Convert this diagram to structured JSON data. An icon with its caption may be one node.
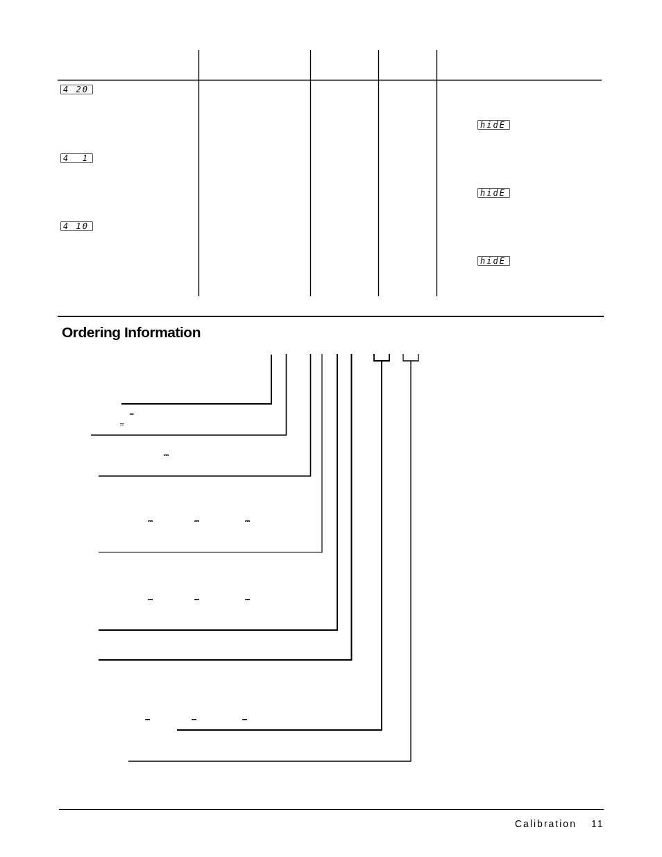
{
  "diagram": {
    "title": "Ordering Information",
    "labels": [
      "4 20",
      "hidE",
      "4  1",
      "hidE",
      "4 10",
      "hidE",
      "≃",
      "≃",
      "⎓",
      "⎓",
      "⎓",
      "⎓",
      "⎓",
      "⎓",
      "⎓",
      "⎓",
      "⎓",
      "⎓",
      "Calibration",
      "11"
    ]
  }
}
